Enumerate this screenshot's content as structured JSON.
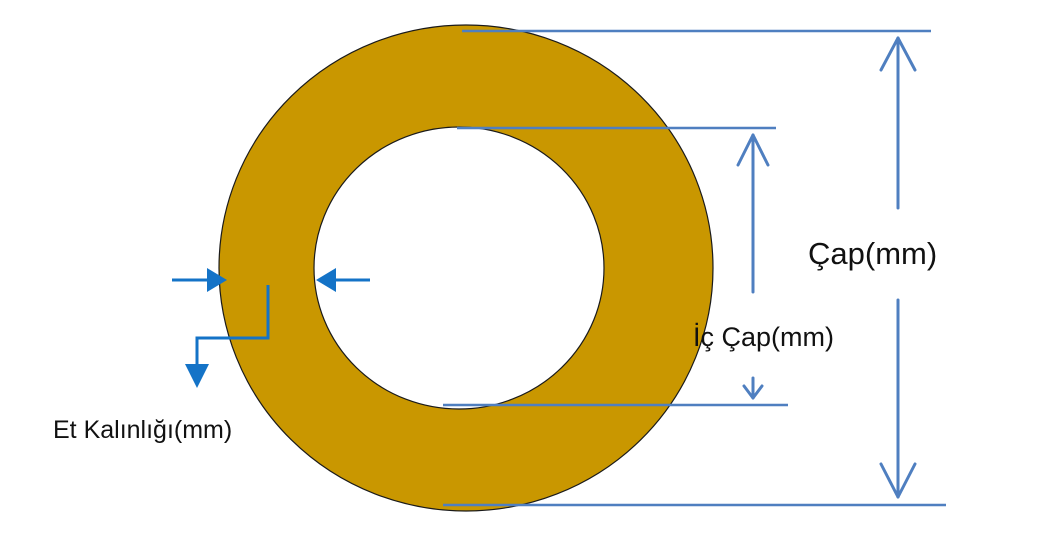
{
  "labels": {
    "outer_diameter": "Çap(mm)",
    "inner_diameter": "İç Çap(mm)",
    "wall_thickness": "Et Kalınlığı(mm)"
  },
  "colors": {
    "ring_fill": "#c99700",
    "ring_stroke": "#1a1a1a",
    "dimension_line": "#4f7fc0",
    "thickness_arrow": "#1473c7",
    "background": "#ffffff"
  }
}
